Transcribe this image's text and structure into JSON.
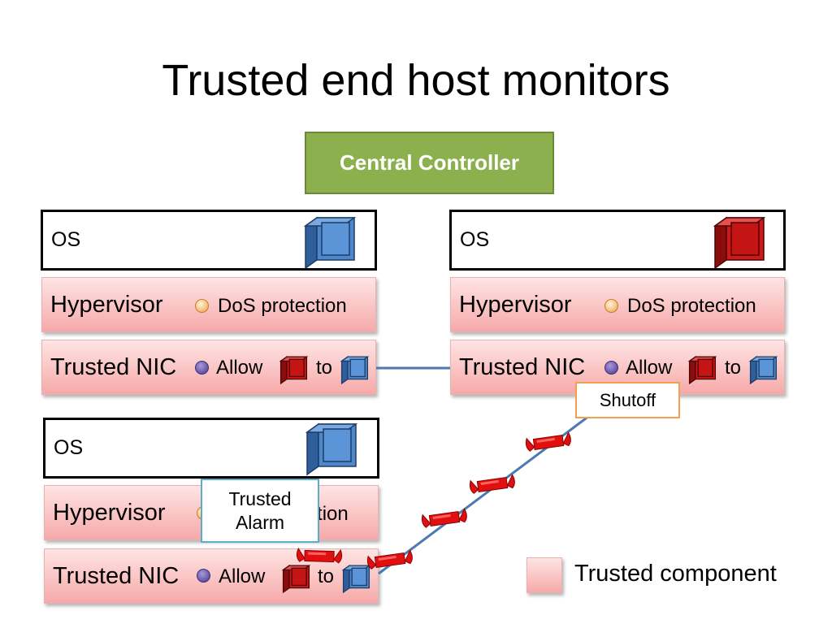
{
  "title": "Trusted end host monitors",
  "controller": {
    "label": "Central Controller"
  },
  "hosts": [
    {
      "os_label": "OS",
      "hypervisor_label": "Hypervisor",
      "hypervisor_item": "DoS protection",
      "nic_label": "Trusted NIC",
      "nic_allow": "Allow",
      "nic_to": "to",
      "os_icon": "blue-computer-icon"
    },
    {
      "os_label": "OS",
      "hypervisor_label": "Hypervisor",
      "hypervisor_item": "DoS protection",
      "nic_label": "Trusted NIC",
      "nic_allow": "Allow",
      "nic_to": "to",
      "os_icon": "red-computer-icon"
    },
    {
      "os_label": "OS",
      "hypervisor_label": "Hypervisor",
      "hypervisor_item": "DoS protection",
      "nic_label": "Trusted NIC",
      "nic_allow": "Allow",
      "nic_to": "to",
      "os_icon": "blue-computer-icon"
    }
  ],
  "callouts": {
    "shutoff": "Shutoff",
    "alarm_line1": "Trusted",
    "alarm_line2": "Alarm"
  },
  "legend": {
    "label": "Trusted component"
  },
  "colors": {
    "controller": "#8db04e",
    "trusted_component": "#f6a9a9",
    "link": "#4a7ab0",
    "packet": "#e01010",
    "shutoff_border": "#f0a050",
    "alarm_border": "#5bb0c8"
  }
}
